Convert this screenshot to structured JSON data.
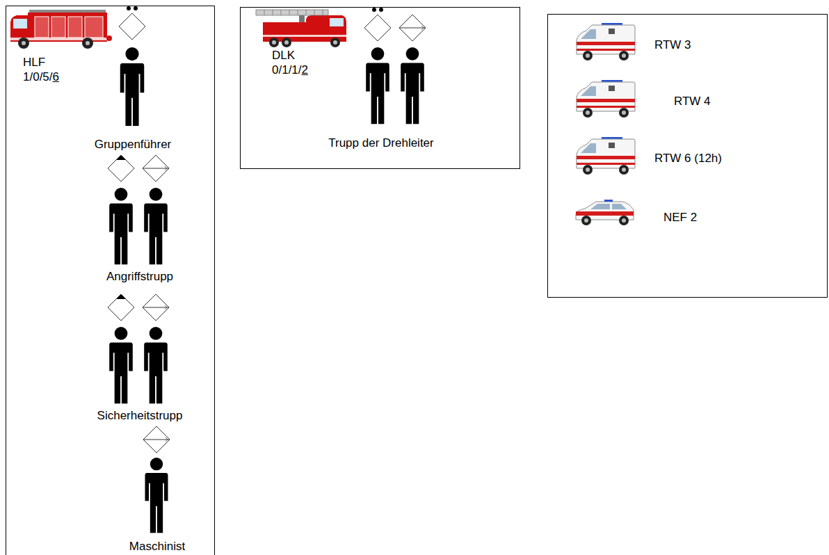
{
  "diagram": {
    "nodes": [
      {
        "text": [
          "HLF 1/0/5/6",
          "Gruppenführer",
          "Angriffstrupp",
          "Sicherheitstrupp",
          "Maschinist"
        ]
      },
      {
        "text": [
          "DLK 0/1/1/2",
          "Trupp der Drehleiter"
        ]
      },
      {
        "text": [
          "RTW 3",
          "RTW 4",
          "RTW 6 (12h)",
          "NEF 2"
        ]
      }
    ]
  }
}
